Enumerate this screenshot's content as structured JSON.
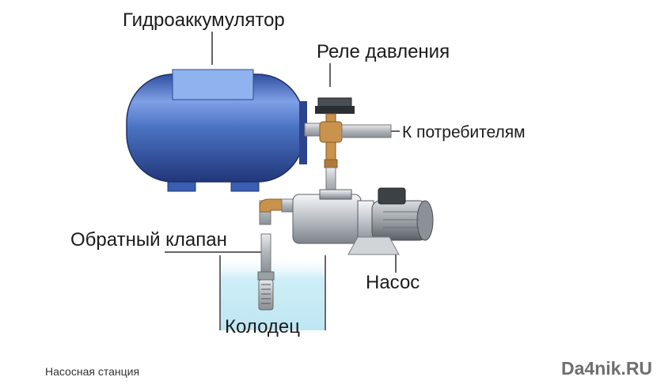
{
  "labels": {
    "accumulator": "Гидроаккумулятор",
    "pressure_switch": "Реле давления",
    "to_consumers": "К потребителям",
    "check_valve": "Обратный клапан",
    "pump": "Насос",
    "well": "Колодец"
  },
  "caption": "Насосная станция",
  "watermark": "Da4nik.RU",
  "colors": {
    "tank_blue": "#4a72c2",
    "pipe_gray": "#b8bcc0",
    "well_water": "#d6f0f6",
    "fitting_brass": "#c9924d"
  }
}
